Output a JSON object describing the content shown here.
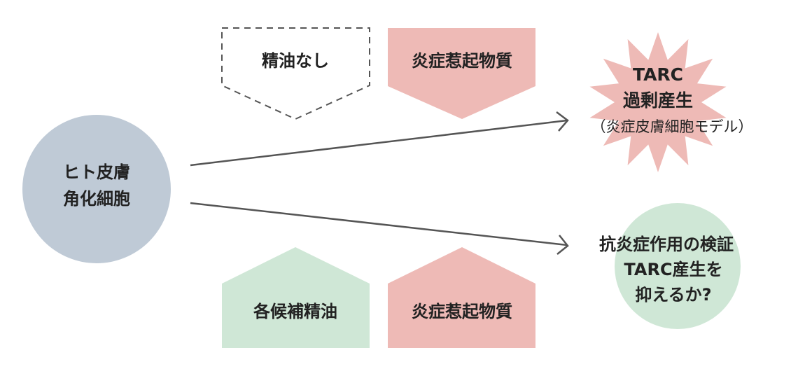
{
  "colors": {
    "pink": "#eebab6",
    "green": "#cfe7d6",
    "grey": "#bfcad6",
    "line": "#555555"
  },
  "cell": {
    "line1": "ヒト皮膚",
    "line2": "角化細胞"
  },
  "top": {
    "control_label": "精油なし",
    "inducer_label": "炎症惹起物質"
  },
  "bottom": {
    "candidate_label": "各候補精油",
    "inducer_label": "炎症惹起物質"
  },
  "result_top": {
    "line1": "TARC",
    "line2": "過剰産生",
    "line3": "（炎症皮膚細胞モデル）"
  },
  "result_bottom": {
    "line1": "抗炎症作用の検証",
    "line2": "TARC産生を",
    "line3": "抑えるか?"
  }
}
